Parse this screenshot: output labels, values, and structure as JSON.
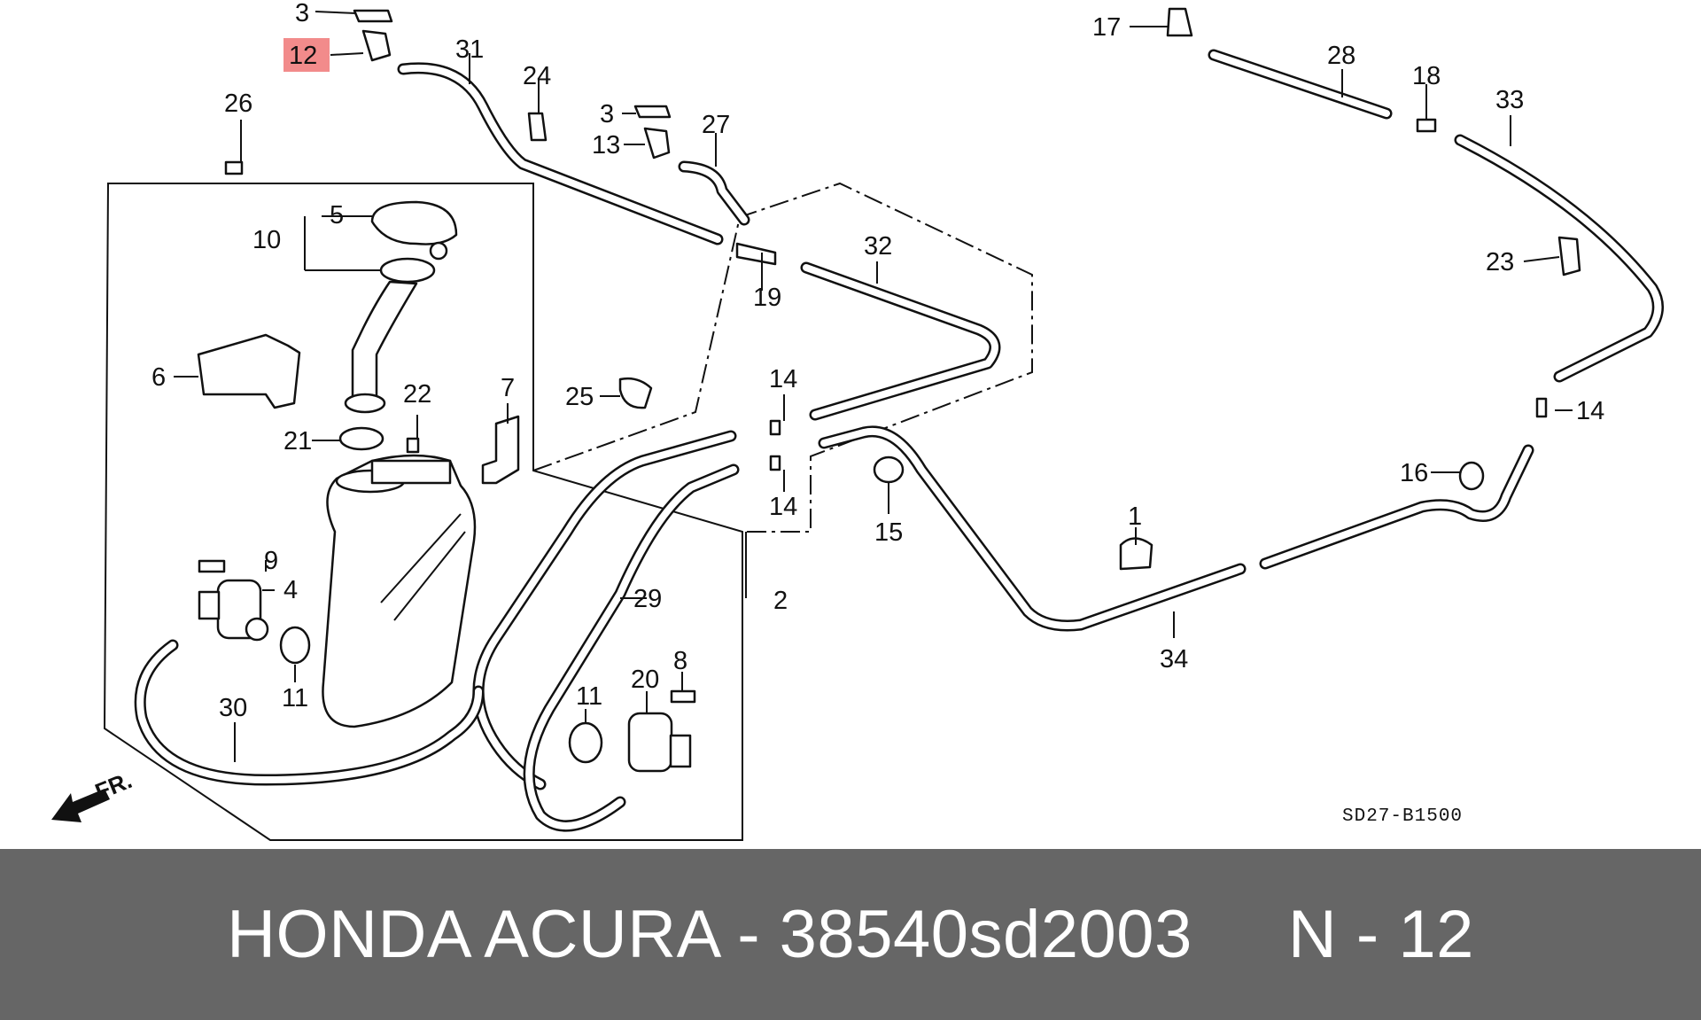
{
  "diagram": {
    "labels": [
      "3",
      "12",
      "31",
      "24",
      "3",
      "13",
      "27",
      "26",
      "5",
      "10",
      "6",
      "22",
      "21",
      "7",
      "19",
      "32",
      "25",
      "14",
      "14",
      "15",
      "9",
      "4",
      "11",
      "30",
      "29",
      "2",
      "11",
      "20",
      "8",
      "17",
      "28",
      "18",
      "33",
      "23",
      "14",
      "16",
      "1",
      "34"
    ],
    "highlighted_label": "12",
    "highlight_color": "#f28b8b",
    "direction_label": "FR.",
    "diagram_code": "SD27-B1500"
  },
  "footer": {
    "text": "HONDA ACURA - 38540sd2003     N - 12",
    "background": "#666666",
    "color": "#ffffff"
  }
}
